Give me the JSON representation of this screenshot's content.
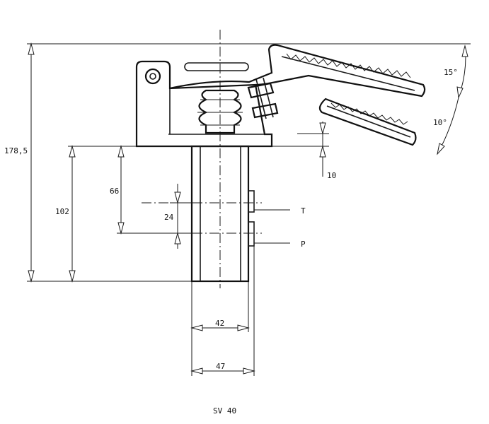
{
  "drawing": {
    "title": "SV 40",
    "dimensions": {
      "height_total": "178,5",
      "height_102": "102",
      "height_66": "66",
      "spacing_24": "24",
      "offset_10": "10",
      "width_42": "42",
      "width_47": "47",
      "angle_15": "15°",
      "angle_10": "10°"
    },
    "ports": {
      "tank": "T",
      "pressure": "P"
    }
  }
}
